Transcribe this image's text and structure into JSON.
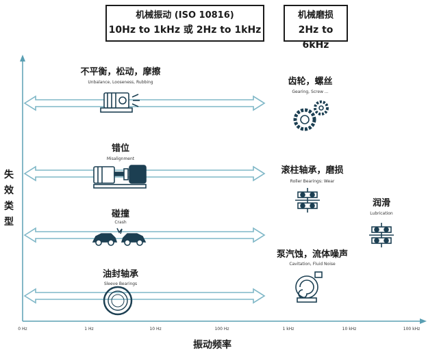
{
  "header_boxes": [
    {
      "line1": "机械振动  (ISO 10816)",
      "line2": "10Hz to 1kHz 或 2Hz to 1kHz"
    },
    {
      "line1": "机械磨损",
      "line2": "2Hz to 6kHz"
    }
  ],
  "y_axis_label": "失效类型",
  "x_axis_label": "振动频率",
  "x_ticks": [
    "0 Hz",
    "1 Hz",
    "10 Hz",
    "100 Hz",
    "1 kHz",
    "10 kHz",
    "100 kHz"
  ],
  "left_items": [
    {
      "zh": "不平衡，松动，摩擦",
      "en": "Unbalance, Looseness, Rubbing",
      "icon": "unbalanced-motor-icon"
    },
    {
      "zh": "错位",
      "en": "Misalignment",
      "icon": "misaligned-shaft-icon"
    },
    {
      "zh": "碰撞",
      "en": "Crash",
      "icon": "car-crash-icon"
    },
    {
      "zh": "油封轴承",
      "en": "Sleeve Bearings",
      "icon": "sleeve-bearing-icon"
    }
  ],
  "right_items": [
    {
      "zh": "齿轮，螺丝",
      "en": "Gearing, Screw ...",
      "icon": "gears-icon"
    },
    {
      "zh": "滚柱轴承，磨损",
      "en": "Roller Bearings: Wear",
      "icon": "roller-bearing-icon"
    },
    {
      "zh": "泵汽蚀，流体噪声",
      "en": "Cavitation, Fluid Noise",
      "icon": "pump-icon"
    },
    {
      "zh": "润滑",
      "en": "Lubrication",
      "icon": "lubrication-bearing-icon"
    }
  ],
  "colors": {
    "arrow_stroke": "#7fb7c7",
    "axis": "#5a9fb3",
    "text": "#1a1a1a",
    "icon": "#1c3f52"
  }
}
